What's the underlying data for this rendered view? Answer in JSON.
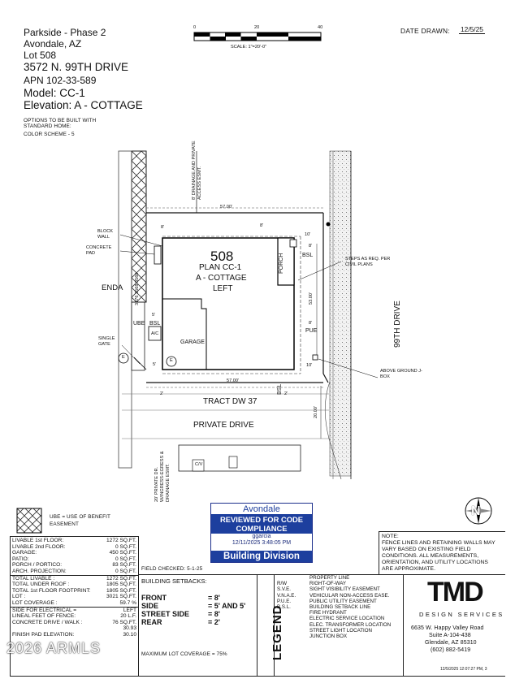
{
  "header": {
    "subdivision": "Parkside - Phase 2",
    "city": "Avondale, AZ",
    "lot": "Lot 508",
    "address": "3572 N. 99TH DRIVE",
    "apn": "APN  102-33-589",
    "model": "Model: CC-1",
    "elevation": "Elevation: A - COTTAGE",
    "options_line1": "OPTIONS TO BE BUILT WITH",
    "options_line2": "STANDARD HOME:",
    "options_line3": "COLOR SCHEME  -  5",
    "date_label": "DATE DRAWN:",
    "date_value": "12/5/25"
  },
  "scale": {
    "t0": "0",
    "t20": "20",
    "t40": "40",
    "text": "SCALE:  1\"=20'-0\""
  },
  "plan": {
    "lot_number": "508",
    "plan_line": "PLAN CC-1",
    "elev_line": "A - COTTAGE",
    "hand_line": "LEFT",
    "garage": "GARAGE",
    "porch": "PORCH",
    "ac": "A/C",
    "ube": "UBE",
    "bsl": "BSL",
    "street_name": "99TH DRIVE",
    "tract": "TRACT DW 37",
    "private_drive": "PRIVATE DRIVE",
    "dim_53": "53.00'",
    "dim_20": "20.00'",
    "dim_top": "57.00'",
    "dim_bot": "57.00'",
    "dim_8a": "8'",
    "dim_8b": "8'",
    "dim_8c": "8'",
    "dim_8d": "8'",
    "dim_10a": "10'",
    "dim_10b": "10'",
    "dim_5a": "5'",
    "dim_5b": "5'",
    "dim_2a": "2'",
    "dim_2b": "2'",
    "pue": "PUE",
    "bsl2": "BSL",
    "bsl3": "BSL",
    "enda": "ENDA",
    "drainage_esmt": "8' DRAINAGE AND PRIVATE ACCESS ESMT.",
    "private_dr_esmt": "20' PRIVATE DR. W/INGRESS-EGRESS & DRAINAGE ESMT.",
    "lot_numbers_vertical": "3576 3568 3560",
    "callout_block_wall": "BLOCK WALL",
    "callout_concrete_pad": "CONCRETE PAD",
    "callout_single_gate": "SINGLE GATE",
    "callout_steps": "STEPS AS REQ. PER CIVIL PLANS",
    "callout_jbox": "ABOVE GROUND J-BOX",
    "e_marker": "E",
    "cv": "C/V"
  },
  "ube_legend": {
    "line1": "UBE  =  USE  OF  BENEFIT",
    "line2": "EASEMENT"
  },
  "stamp": {
    "org": "Avondale",
    "line1": "REVIEWED FOR CODE",
    "line2": "COMPLIANCE",
    "user": "ggarcia",
    "datetime": "12/11/2025    3:48:05 PM",
    "division": "Building Division"
  },
  "field_checked": "FIELD CHECKED: 5-1-25",
  "areas": [
    {
      "label": "LIVABLE 1st FLOOR:",
      "value": "1272 SQ.FT."
    },
    {
      "label": "LIVABLE 2nd FLOOR:",
      "value": "0 SQ.FT."
    },
    {
      "label": "GARAGE:",
      "value": "450 SQ.FT."
    },
    {
      "label": "PATIO:",
      "value": "0 SQ.FT."
    },
    {
      "label": "PORCH  /  PORTICO:",
      "value": "83 SQ.FT."
    },
    {
      "label": "ARCH. PROJECTION:",
      "value": "0 SQ.FT."
    }
  ],
  "totals": [
    {
      "label": "TOTAL  LIVABLE  :",
      "value": "1272 SQ.FT."
    },
    {
      "label": "TOTAL  UNDER  ROOF  :",
      "value": "1805 SQ.FT."
    },
    {
      "label": "TOTAL 1st FLOOR FOOTPRINT:",
      "value": "1805 SQ.FT."
    },
    {
      "label": "LOT  :",
      "value": "3021 SQ.FT."
    },
    {
      "label": "LOT  COVERAGE  :",
      "value": "59.7  %"
    }
  ],
  "extras": [
    {
      "label": "SIDE FOR ELECTRICAL =",
      "value": "LEFT"
    },
    {
      "label": "LINEAL FEET OF FENCE:",
      "value": "20  L.F."
    },
    {
      "label": "CONCRETE DRIVE  /  WALK :",
      "value": "76  SQ.FT."
    },
    {
      "label": "",
      "value": "30.93"
    },
    {
      "label": "FINISH PAD ELEVATION:",
      "value": "30.10"
    }
  ],
  "setbacks": {
    "title": "BUILDING SETBACKS:",
    "front_label": "FRONT",
    "front_value": "= 8'",
    "side_label": "SIDE",
    "side_value": "= 5' AND 5'",
    "street_label": "STREET SIDE",
    "street_value": "= 8'",
    "rear_label": "REAR",
    "rear_value": "= 2'",
    "max_coverage": "MAXIMUM LOT COVERAGE = 75%"
  },
  "legend": {
    "title": "LEGEND",
    "items": [
      {
        "key": "",
        "text": "PROPERTY LINE"
      },
      {
        "key": "R/W",
        "text": "RIGHT-OF-WAY"
      },
      {
        "key": "S.V.E.",
        "text": "SIGHT VISIBILITY EASEMENT"
      },
      {
        "key": "V.N.A.E.",
        "text": "VEHICULAR NON-ACCESS EASE."
      },
      {
        "key": "P.U.E.",
        "text": "PUBLIC UTILITY EASEMENT"
      },
      {
        "key": "B.S.L.",
        "text": "BUILDING SETBACK LINE"
      },
      {
        "key": "",
        "text": "FIRE HYDRANT"
      },
      {
        "key": "",
        "text": "ELECTRIC SERVICE LOCATION"
      },
      {
        "key": "",
        "text": "ELEC. TRANSFORMER LOCATION"
      },
      {
        "key": "",
        "text": "STREET LIGHT LOCATION"
      },
      {
        "key": "",
        "text": "JUNCTION BOX"
      }
    ]
  },
  "note": {
    "title": "NOTE:",
    "text1": "FENCE LINES AND RETAINING WALLS MAY",
    "text2": "VARY BASED ON EXISTING FIELD",
    "text3": "CONDITIONS.  ALL MEASUREMENTS,",
    "text4": "ORIENTATION, AND UTILITY LOCATIONS",
    "text5": "ARE APPROXIMATE."
  },
  "company": {
    "logo": "TMD",
    "tagline": "DESIGN SERVICES",
    "addr1": "6635 W. Happy Valley Road",
    "addr2": "Suite A-104-438",
    "addr3": "Glendale, AZ 85310",
    "phone": "(602) 882-5419"
  },
  "print_stamp": "12/5/2025 12:07:27 PM, 3",
  "watermark": "2026 ARMLS",
  "north": "N"
}
